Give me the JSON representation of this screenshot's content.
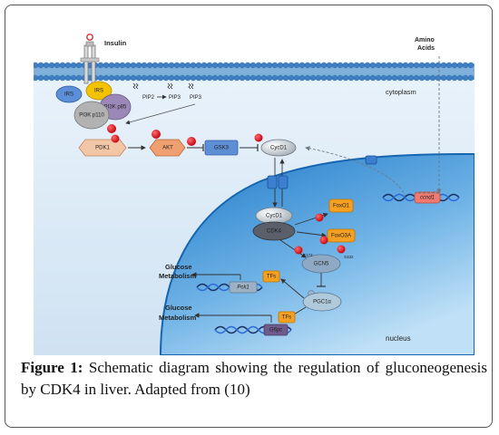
{
  "diagram": {
    "labels": {
      "insulin": "Insulin",
      "amino_acids_line1": "Amino",
      "amino_acids_line2": "Acids",
      "cytoplasm": "cytoplasm",
      "nucleus": "nucleus",
      "glucose_metabolism_1_line1": "Glucose",
      "glucose_metabolism_1_line2": "Metabolism",
      "glucose_metabolism_2_line1": "Glucose",
      "glucose_metabolism_2_line2": "Metabolism"
    },
    "molecules": {
      "irs_left": "IRS",
      "irs_right": "IRS",
      "pi3k_p85": "PI3K p85",
      "pi3k_p110": "PI3K p110",
      "pip2": "PIP2",
      "pip3_1": "PIP3",
      "pip3_2": "PIP3",
      "pdk1": "PDK1",
      "akt": "AKT",
      "gsk3": "GSK3",
      "cycd1_cyto": "CycD1",
      "cycd1_nuc": "CycD1",
      "cdk4": "CDK4",
      "foxo1": "FoxO1",
      "foxo3a": "FoxO3A",
      "gcn5": "GCN5",
      "pgc1a": "PGC1α",
      "tfs_1": "TFs",
      "tfs_2": "TFs",
      "pck1": "Pck1",
      "g6pc": "G6pc",
      "ccnd1": "ccnd1",
      "s172": "S172",
      "s332": "S332"
    },
    "colors": {
      "membrane": "#4a86c5",
      "cytoplasm": "#dceaf6",
      "nucleus": "#2f8fd6",
      "phosphate": "#e8101e",
      "kinase_orange": "#f0a878",
      "tf_orange": "#f5a020"
    }
  },
  "caption": {
    "label": "Figure 1:",
    "text": " Schematic diagram showing the regulation of gluconeogenesis by CDK4 in liver. Adapted from (10)"
  }
}
